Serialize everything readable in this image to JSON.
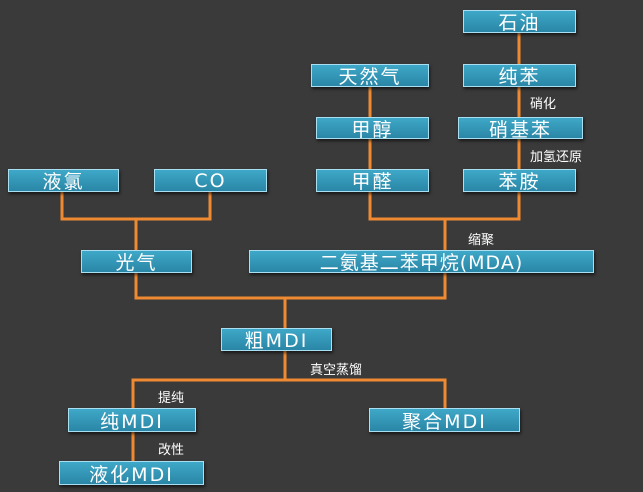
{
  "nodes": {
    "petroleum": "石油",
    "natural_gas": "天然气",
    "benzene": "纯苯",
    "methanol": "甲醇",
    "nitrobenzene": "硝基苯",
    "liquid_chlorine": "液氯",
    "co": "CO",
    "formaldehyde": "甲醛",
    "aniline": "苯胺",
    "phosgene": "光气",
    "mda": "二氨基二苯甲烷(MDA)",
    "crude_mdi": "粗MDI",
    "pure_mdi": "纯MDI",
    "polymeric_mdi": "聚合MDI",
    "liquefied_mdi": "液化MDI"
  },
  "edge_labels": {
    "nitration": "硝化",
    "hydrogenation": "加氢还原",
    "condensation": "缩聚",
    "vacuum_distillation": "真空蒸馏",
    "purification": "提纯",
    "modification": "改性"
  },
  "colors": {
    "background": "#3a3a3a",
    "node_fill": "#3497b8",
    "node_border": "#a9dff0",
    "connector": "#f08a32"
  }
}
